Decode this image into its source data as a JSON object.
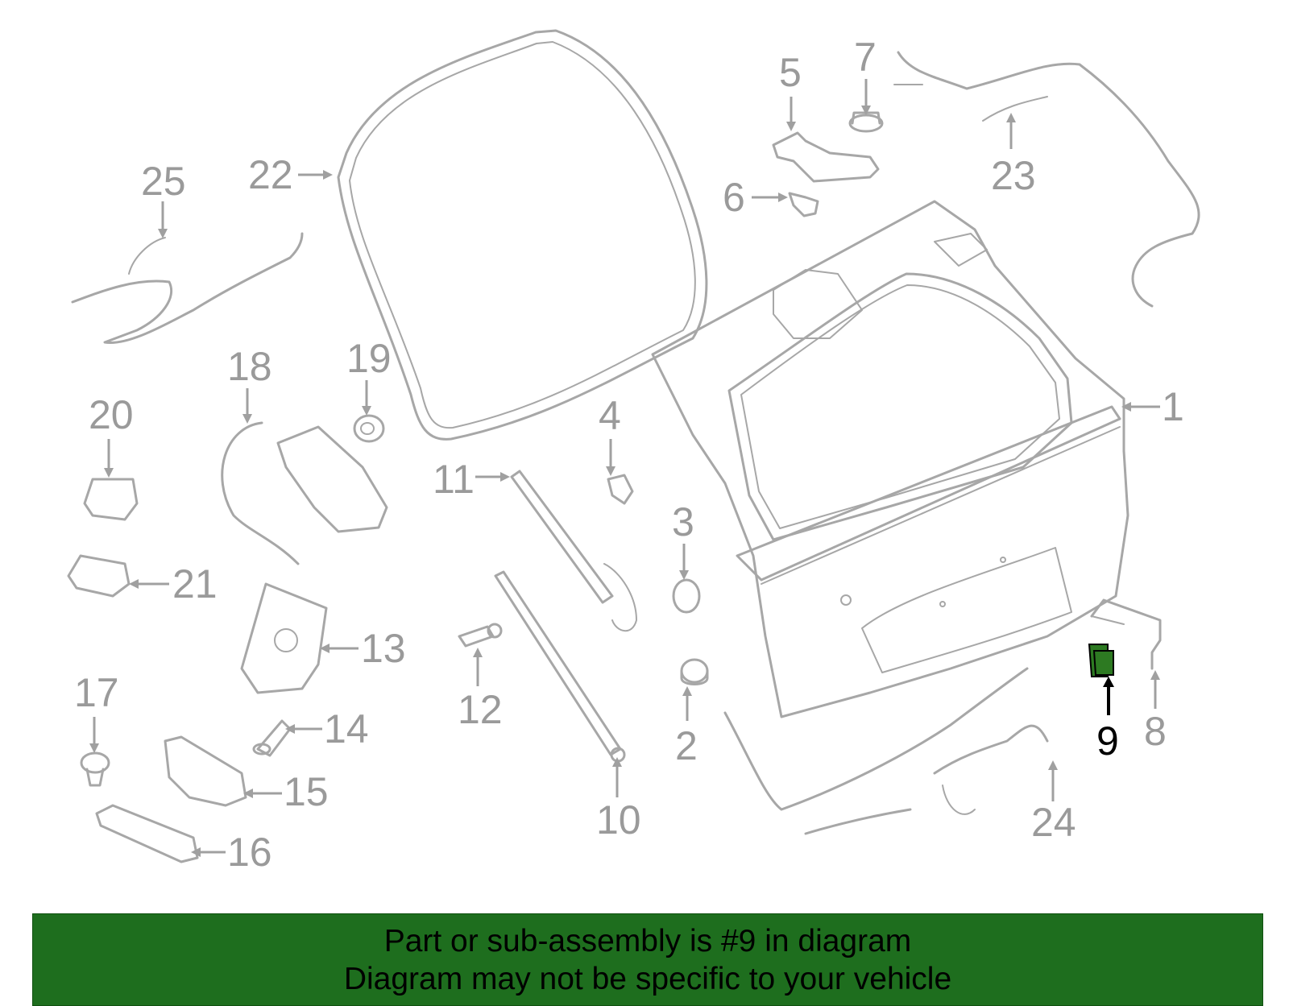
{
  "callouts": [
    {
      "id": "1",
      "label": "1"
    },
    {
      "id": "2",
      "label": "2"
    },
    {
      "id": "3",
      "label": "3"
    },
    {
      "id": "4",
      "label": "4"
    },
    {
      "id": "5",
      "label": "5"
    },
    {
      "id": "6",
      "label": "6"
    },
    {
      "id": "7",
      "label": "7"
    },
    {
      "id": "8",
      "label": "8"
    },
    {
      "id": "9",
      "label": "9",
      "highlighted": true
    },
    {
      "id": "10",
      "label": "10"
    },
    {
      "id": "11",
      "label": "11"
    },
    {
      "id": "12",
      "label": "12"
    },
    {
      "id": "13",
      "label": "13"
    },
    {
      "id": "14",
      "label": "14"
    },
    {
      "id": "15",
      "label": "15"
    },
    {
      "id": "16",
      "label": "16"
    },
    {
      "id": "17",
      "label": "17"
    },
    {
      "id": "18",
      "label": "18"
    },
    {
      "id": "19",
      "label": "19"
    },
    {
      "id": "20",
      "label": "20"
    },
    {
      "id": "21",
      "label": "21"
    },
    {
      "id": "22",
      "label": "22"
    },
    {
      "id": "23",
      "label": "23"
    },
    {
      "id": "24",
      "label": "24"
    },
    {
      "id": "25",
      "label": "25"
    }
  ],
  "banner": {
    "line1": "Part or sub-assembly is #9 in diagram",
    "line2": "Diagram may not be specific to your vehicle"
  },
  "colors": {
    "banner_bg": "#1e6e1e",
    "part_stroke": "#a7a7a7",
    "highlight_fill": "#2d7a22",
    "highlight_text": "#000000"
  }
}
